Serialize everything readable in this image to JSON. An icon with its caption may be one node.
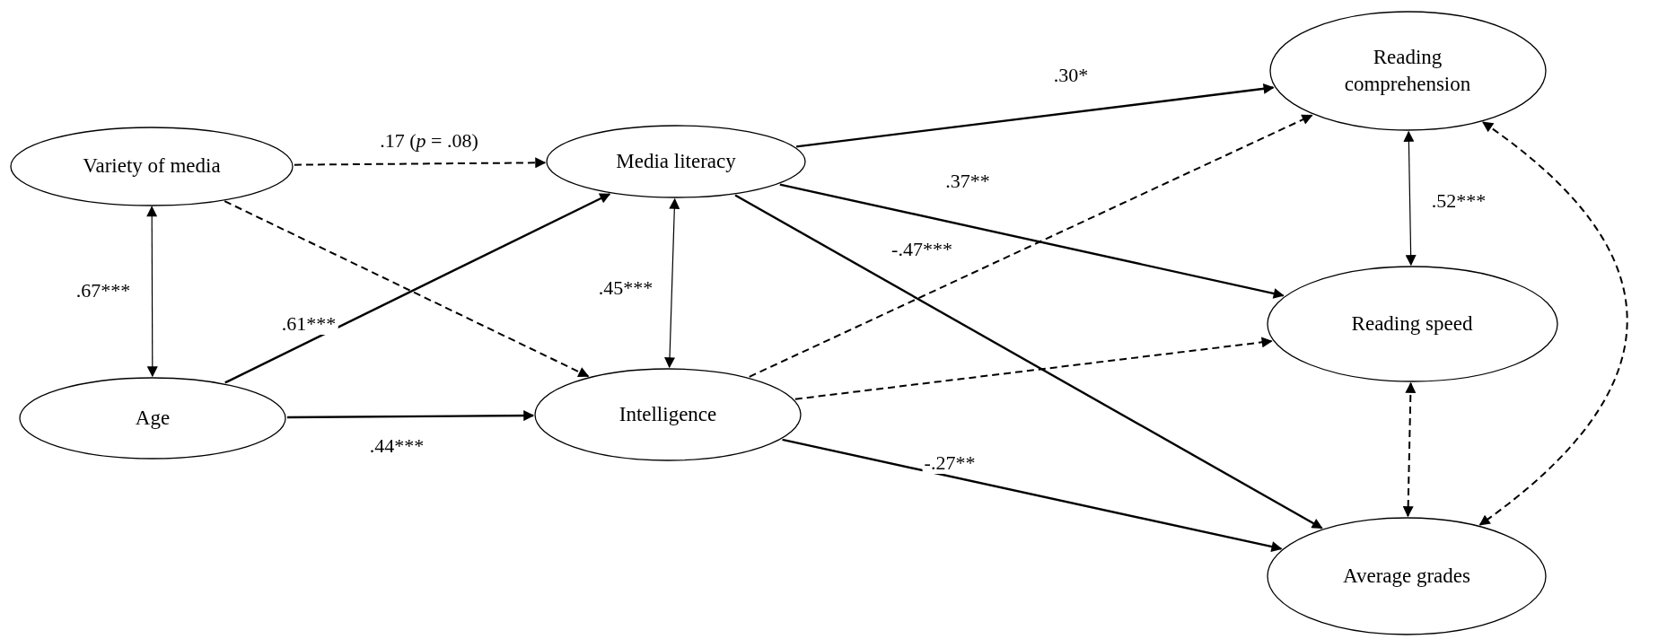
{
  "diagram": {
    "nodes": [
      {
        "text": [
          "Variety of media"
        ]
      },
      {
        "text": [
          "Age"
        ]
      },
      {
        "text": [
          "Media literacy"
        ]
      },
      {
        "text": [
          "Intelligence"
        ]
      },
      {
        "text": [
          "Reading comprehension"
        ]
      },
      {
        "text": [
          "Reading speed"
        ]
      },
      {
        "text": [
          "Average grades"
        ]
      }
    ],
    "edges": [
      {
        "from": 0,
        "to": 2,
        "arrow": "to",
        "label": ".17 (*p* = .08)",
        "style": "dashed"
      },
      {
        "from": 0,
        "to": 3,
        "arrow": "to",
        "style": "dashed"
      },
      {
        "from": 0,
        "to": 1,
        "arrow": "both",
        "label": ".67***"
      },
      {
        "from": 1,
        "to": 2,
        "arrow": "to",
        "label": ".61***"
      },
      {
        "from": 1,
        "to": 3,
        "arrow": "to",
        "label": ".44***"
      },
      {
        "from": 2,
        "to": 3,
        "arrow": "both",
        "label": ".45***"
      },
      {
        "from": 2,
        "to": 4,
        "arrow": "to",
        "label": ".30*"
      },
      {
        "from": 2,
        "to": 5,
        "arrow": "to",
        "label": ".37**"
      },
      {
        "from": 2,
        "to": 6,
        "arrow": "to",
        "label": "-.47***"
      },
      {
        "from": 3,
        "to": 4,
        "arrow": "to",
        "style": "dashed"
      },
      {
        "from": 3,
        "to": 5,
        "arrow": "to",
        "style": "dashed"
      },
      {
        "from": 3,
        "to": 6,
        "arrow": "to",
        "label": "-.27**"
      },
      {
        "from": 4,
        "to": 5,
        "arrow": "both",
        "label": ".52***"
      },
      {
        "from": 5,
        "to": 6,
        "arrow": "both",
        "style": "dashed"
      },
      {
        "from": 4,
        "to": 6,
        "arrow": "both",
        "style": "dashed"
      }
    ]
  }
}
